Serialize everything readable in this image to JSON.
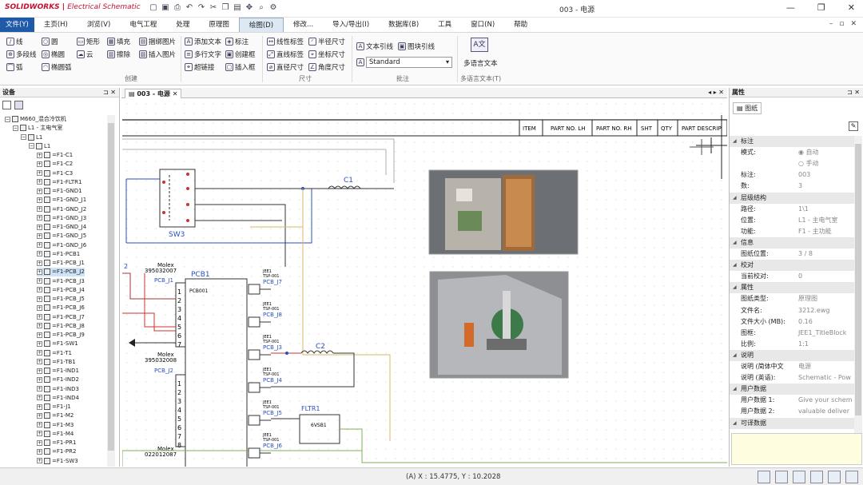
{
  "app": {
    "logo": "SOLIDWORKS",
    "logo_sub": "Electrical Schematic",
    "title": "003 - 电源"
  },
  "window_controls": [
    "—",
    "❐",
    "✕"
  ],
  "menu": [
    "文件(Y)",
    "主页(H)",
    "浏览(V)",
    "电气工程",
    "处理",
    "原理图",
    "绘图(D)",
    "修改...",
    "导入/导出(I)",
    "数据库(B)",
    "工具",
    "窗口(N)",
    "帮助"
  ],
  "menu_right": [
    "–",
    "▫",
    "✕"
  ],
  "ribbon": {
    "create": {
      "items": [
        "线",
        "圆",
        "矩形",
        "多段线",
        "椭圆",
        "云",
        "弧",
        "椭圆弧",
        "填充",
        "捆绑图片",
        "擦除",
        "插入图片"
      ],
      "label": "创建"
    },
    "text": {
      "items": [
        "添加文本",
        "多行文字",
        "超链接",
        "标注",
        "创建框",
        "插入框"
      ]
    },
    "dim": {
      "items": [
        "线性标签",
        "半径尺寸",
        "直线标签",
        "坐标尺寸",
        "直径尺寸",
        "角度尺寸"
      ],
      "label": "尺寸"
    },
    "annot": {
      "items": [
        "文本引线",
        "图块引线"
      ],
      "style": "Standard",
      "label": "批注"
    },
    "multi": {
      "item": "多语言文本",
      "label": "多语言文本(T)"
    }
  },
  "left_panel": {
    "title": "设备",
    "tree": [
      {
        "label": "M660_混合冷饮机",
        "level": 0
      },
      {
        "label": "L1 - 主电气室",
        "level": 1
      },
      {
        "label": "L1",
        "level": 2
      },
      {
        "label": "L1",
        "level": 3
      },
      {
        "label": "=F1-C1",
        "level": 4
      },
      {
        "label": "=F1-C2",
        "level": 4
      },
      {
        "label": "=F1-C3",
        "level": 4
      },
      {
        "label": "=F1-FLTR1",
        "level": 4
      },
      {
        "label": "=F1-GND1",
        "level": 4
      },
      {
        "label": "=F1-GND_J1",
        "level": 4
      },
      {
        "label": "=F1-GND_J2",
        "level": 4
      },
      {
        "label": "=F1-GND_J3",
        "level": 4
      },
      {
        "label": "=F1-GND_J4",
        "level": 4
      },
      {
        "label": "=F1-GND_J5",
        "level": 4
      },
      {
        "label": "=F1-GND_J6",
        "level": 4
      },
      {
        "label": "=F1-PCB1",
        "level": 4
      },
      {
        "label": "=F1-PCB_J1",
        "level": 4
      },
      {
        "label": "=F1-PCB_J2",
        "level": 4
      },
      {
        "label": "=F1-PCB_J3",
        "level": 4
      },
      {
        "label": "=F1-PCB_J4",
        "level": 4
      },
      {
        "label": "=F1-PCB_J5",
        "level": 4
      },
      {
        "label": "=F1-PCB_J6",
        "level": 4
      },
      {
        "label": "=F1-PCB_J7",
        "level": 4
      },
      {
        "label": "=F1-PCB_J8",
        "level": 4
      },
      {
        "label": "=F1-PCB_J9",
        "level": 4
      },
      {
        "label": "=F1-SW1",
        "level": 4
      },
      {
        "label": "=F1-T1",
        "level": 4
      },
      {
        "label": "=F1-TB1",
        "level": 4
      },
      {
        "label": "=F1-IND1",
        "level": 4
      },
      {
        "label": "=F1-IND2",
        "level": 4
      },
      {
        "label": "=F1-IND3",
        "level": 4
      },
      {
        "label": "=F1-IND4",
        "level": 4
      },
      {
        "label": "=F1-J1",
        "level": 4
      },
      {
        "label": "=F1-M2",
        "level": 4
      },
      {
        "label": "=F1-M3",
        "level": 4
      },
      {
        "label": "=F1-M4",
        "level": 4
      },
      {
        "label": "=F1-PR1",
        "level": 4
      },
      {
        "label": "=F1-PR2",
        "level": 4
      },
      {
        "label": "=F1-SW3",
        "level": 4
      }
    ],
    "selected": "=F1-PCB_J2"
  },
  "doc_tab": "003 - 电源",
  "schematic": {
    "title_block": [
      "ITEM",
      "PART NO. LH",
      "PART NO. RH",
      "SHT",
      "QTY",
      "PART DESCRIP"
    ],
    "sw3": "SW3",
    "pcb1": "PCB1",
    "pcb1_ref": "PCB001",
    "c1": "C1",
    "c2": "C2",
    "fltr1": "FLTR1",
    "fltr1_ref": "6VSB1",
    "molex1": "Molex",
    "molex1_pn": "395032007",
    "molex2": "Molex",
    "molex2_pn": "395032008",
    "molex3": "Molex",
    "molex3_pn": "022012087",
    "pcb_j1": "PCB_J1",
    "pcb_j2": "PCB_J2",
    "pcb_j3": "PCB_J3",
    "pcb_j4": "PCB_J4",
    "pcb_j5": "PCB_J5",
    "pcb_j6": "PCB_J6",
    "pcb_j7": "PCB_J7",
    "pcb_j8": "PCB_J8",
    "jee": "JEE1",
    "tsp": "TSP-001",
    "pin_nums_1": [
      "1",
      "2",
      "3",
      "4",
      "5",
      "6",
      "7"
    ],
    "pin_nums_2": [
      "1",
      "2",
      "3",
      "4",
      "5",
      "6",
      "7",
      "8"
    ],
    "left_num": "2"
  },
  "properties": {
    "title": "属性",
    "tab": "图纸",
    "rows": [
      {
        "type": "sec",
        "k": "标注"
      },
      {
        "k": "模式:",
        "v": "◉ 自动"
      },
      {
        "k": "",
        "v": "○ 手动"
      },
      {
        "k": "标注:",
        "v": "003"
      },
      {
        "k": "数:",
        "v": "3"
      },
      {
        "type": "sec",
        "k": "层级结构"
      },
      {
        "k": "路径:",
        "v": "1\\1"
      },
      {
        "k": "位置:",
        "v": "L1 - 主电气室"
      },
      {
        "k": "功能:",
        "v": "F1 - 主功能"
      },
      {
        "type": "sec",
        "k": "信息"
      },
      {
        "k": "图纸位置:",
        "v": "3 / 8"
      },
      {
        "type": "sec",
        "k": "校对"
      },
      {
        "k": "当前校对:",
        "v": "0"
      },
      {
        "type": "sec",
        "k": "属性"
      },
      {
        "k": "图纸类型:",
        "v": "原理图"
      },
      {
        "k": "文件名:",
        "v": "3212.ewg"
      },
      {
        "k": "文件大小 (MB):",
        "v": "0.16"
      },
      {
        "k": "图框:",
        "v": "JEE1_TitleBlock"
      },
      {
        "k": "比例:",
        "v": "1:1"
      },
      {
        "type": "sec",
        "k": "说明"
      },
      {
        "k": "说明 (简体中文",
        "v": "电源"
      },
      {
        "k": "说明 (英语):",
        "v": "Schematic - Pow"
      },
      {
        "type": "sec",
        "k": "用户数据"
      },
      {
        "k": "用户数据 1:",
        "v": "Give your schem"
      },
      {
        "k": "用户数据 2:",
        "v": "valuable deliver"
      },
      {
        "type": "sec",
        "k": "可译数据"
      }
    ]
  },
  "status": {
    "coords": "(A) X : 15.4775, Y : 10.2028"
  }
}
